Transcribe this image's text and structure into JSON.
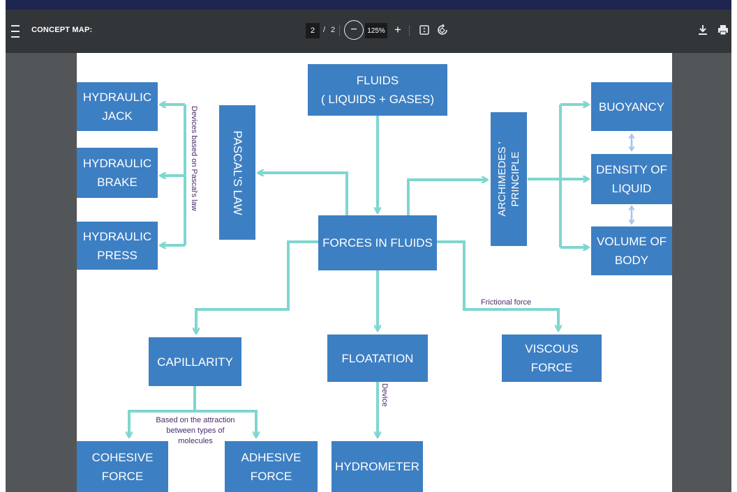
{
  "toolbar": {
    "title": "CONCEPT MAP:",
    "page_current": "2",
    "page_separator": "/",
    "page_total": "2",
    "zoom_out": "−",
    "zoom_level": "125%",
    "zoom_in": "+",
    "icons": [
      "menu-icon",
      "fit-page-icon",
      "rotate-icon",
      "download-icon",
      "print-icon"
    ]
  },
  "concept_map": {
    "fluids": "FLUIDS\n( LIQUIDS + GASES)",
    "forces_in_fluids": "FORCES IN FLUIDS",
    "pascals_law": "PASCAL'S LAW",
    "archimedes_principle": "ARCHIMEDES '\nPRINCIPLE",
    "hydraulic_jack": "HYDRAULIC\nJACK",
    "hydraulic_brake": "HYDRAULIC\nBRAKE",
    "hydraulic_press": "HYDRAULIC\nPRESS",
    "buoyancy": "BUOYANCY",
    "density_of_liquid": "DENSITY OF\nLIQUID",
    "volume_of_body": "VOLUME OF\nBODY",
    "capillarity": "CAPILLARITY",
    "floatation": "FLOATATION",
    "viscous_force": "VISCOUS\nFORCE",
    "cohesive_force": "COHESIVE\nFORCE",
    "adhesive_force": "ADHESIVE\nFORCE",
    "hydrometer": "HYDROMETER",
    "note_pascal_devices": "Devices based on Pascal's law",
    "note_frictional": "Frictional force",
    "note_attraction": "Based on the attraction\nbetween types of\nmolecules",
    "note_device": "Device"
  },
  "colors": {
    "box": "#3d7fc3",
    "arrow": "#7fd6cf",
    "toolbar": "#323639",
    "viewer_bg": "#535659",
    "note_text": "#4a2a6a"
  }
}
